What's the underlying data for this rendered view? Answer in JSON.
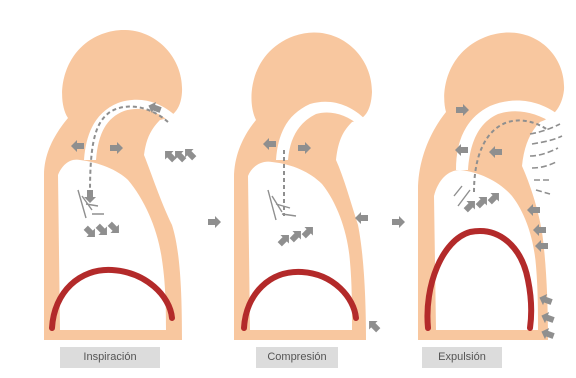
{
  "diagram": {
    "colors": {
      "body": "#f8c79f",
      "cavity": "#ffffff",
      "diaphragm": "#b32a2a",
      "arrow": "#8f8f8f",
      "caption_bg": "#dcdcdc",
      "caption_text": "#555555"
    },
    "stages": [
      {
        "label": "Inspiración"
      },
      {
        "label": "Compresión"
      },
      {
        "label": "Expulsión"
      }
    ]
  }
}
